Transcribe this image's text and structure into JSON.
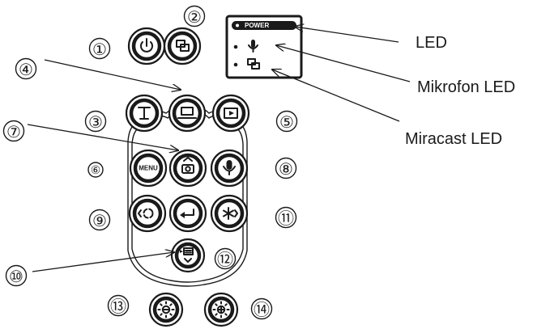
{
  "callouts": {
    "led": "LED",
    "mic_led": "Mikrofon LED",
    "miracast_led": "Miracast LED"
  },
  "led_panel": {
    "power_label": "POWER"
  },
  "buttons": {
    "menu_label": "MENU"
  },
  "numbers": [
    "①",
    "②",
    "③",
    "④",
    "⑤",
    "⑥",
    "⑦",
    "⑧",
    "⑨",
    "⑩",
    "⑪",
    "⑫",
    "⑬",
    "⑭"
  ],
  "colors": {
    "ink": "#1a1a1a",
    "background": "#ffffff"
  }
}
